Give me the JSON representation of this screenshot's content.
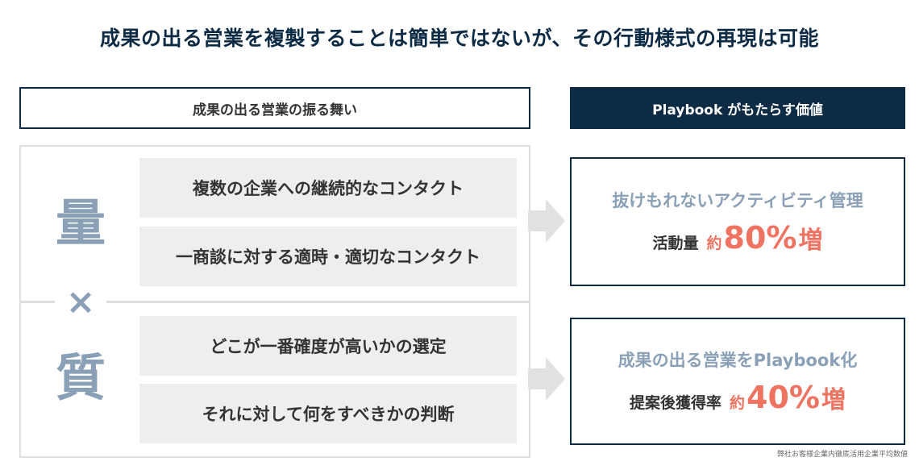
{
  "title": "成果の出る営業を複製することは簡単ではないが、その行動様式の再現は可能",
  "left_header": "成果の出る営業の振る舞い",
  "right_header": "Playbook がもたらす価値",
  "quantity": {
    "char": "量",
    "items": [
      "複数の企業への継続的なコンタクト",
      "一商談に対する適時・適切なコンタクト"
    ]
  },
  "times_symbol": "×",
  "quality": {
    "char": "質",
    "items": [
      "どこが一番確度が高いかの選定",
      "それに対して何をすべきかの判断"
    ]
  },
  "results": [
    {
      "heading": "抜けもれないアクティビティ管理",
      "label": "活動量",
      "approx": "約",
      "value": "80%",
      "unit": "増"
    },
    {
      "heading": "成果の出る営業をPlaybook化",
      "label": "提案後獲得率",
      "approx": "約",
      "value": "40%",
      "unit": "増"
    }
  ],
  "footnote": "弊社お客様企業内徹底活用企業平均数値",
  "colors": {
    "navy": "#0d2b45",
    "accent": "#ef7361",
    "muted": "#8aa0b6",
    "panel": "#eeeeee"
  }
}
